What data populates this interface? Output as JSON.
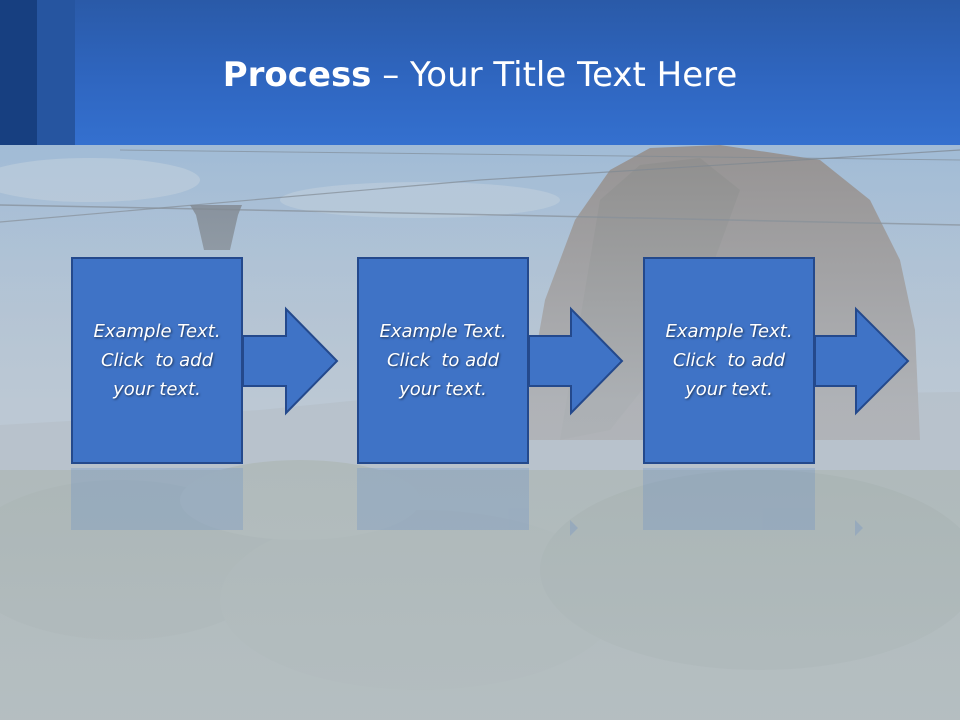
{
  "title": {
    "bold": "Process",
    "rest": " – Your Title Text Here"
  },
  "steps": [
    {
      "line1": "Example Text.",
      "line2": "Click  to add",
      "line3": "your text."
    },
    {
      "line1": "Example Text.",
      "line2": "Click  to add",
      "line3": "your text."
    },
    {
      "line1": "Example Text.",
      "line2": "Click  to add",
      "line3": "your text."
    }
  ],
  "colors": {
    "header": "#2f66c0",
    "step_fill": "#3f73c6",
    "step_border": "#24498c"
  }
}
